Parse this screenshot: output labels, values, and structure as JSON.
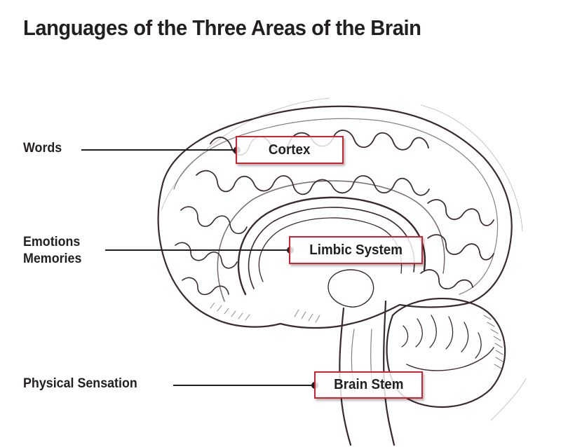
{
  "title": "Languages of the Three Areas of the Brain",
  "colors": {
    "text": "#231f20",
    "box_border": "#d4202f",
    "sketch": "#3a2a30"
  },
  "labels": [
    {
      "language": "Words",
      "area": "Cortex"
    },
    {
      "language_lines": [
        "Emotions",
        "Memories"
      ],
      "area": "Limbic System"
    },
    {
      "language": "Physical Sensation",
      "area": "Brain Stem"
    }
  ]
}
